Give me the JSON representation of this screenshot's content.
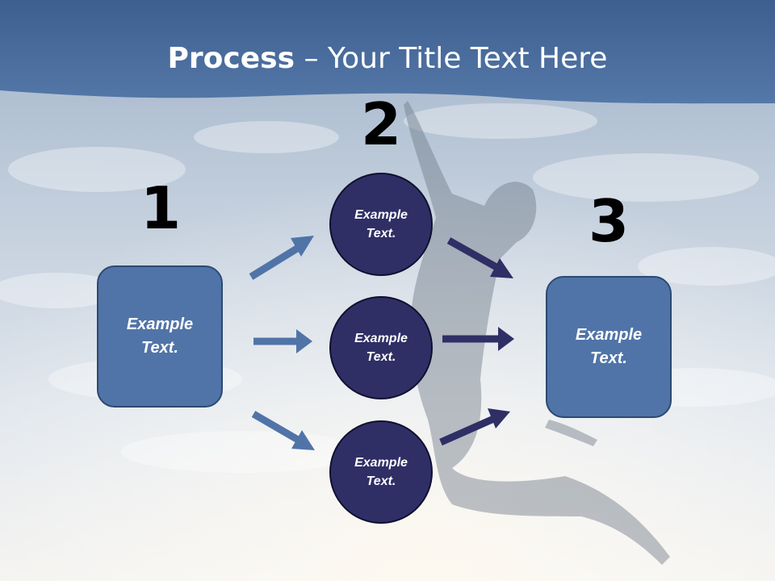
{
  "title": {
    "bold": "Process",
    "rest": " – Your Title Text Here"
  },
  "steps": [
    {
      "number": "1",
      "box_text": [
        "Example",
        "Text."
      ]
    },
    {
      "number": "2",
      "circles": [
        {
          "text": [
            "Example",
            "Text."
          ]
        },
        {
          "text": [
            "Example",
            "Text."
          ]
        },
        {
          "text": [
            "Example",
            "Text."
          ]
        }
      ]
    },
    {
      "number": "3",
      "box_text": [
        "Example",
        "Text."
      ]
    }
  ],
  "colors": {
    "header_band": "#4a6fa0",
    "box_fill": "#5074a8",
    "circle_fill": "#2f2f66",
    "left_arrow": "#5074a8",
    "right_arrow": "#2f2f66",
    "text": "#ffffff"
  }
}
